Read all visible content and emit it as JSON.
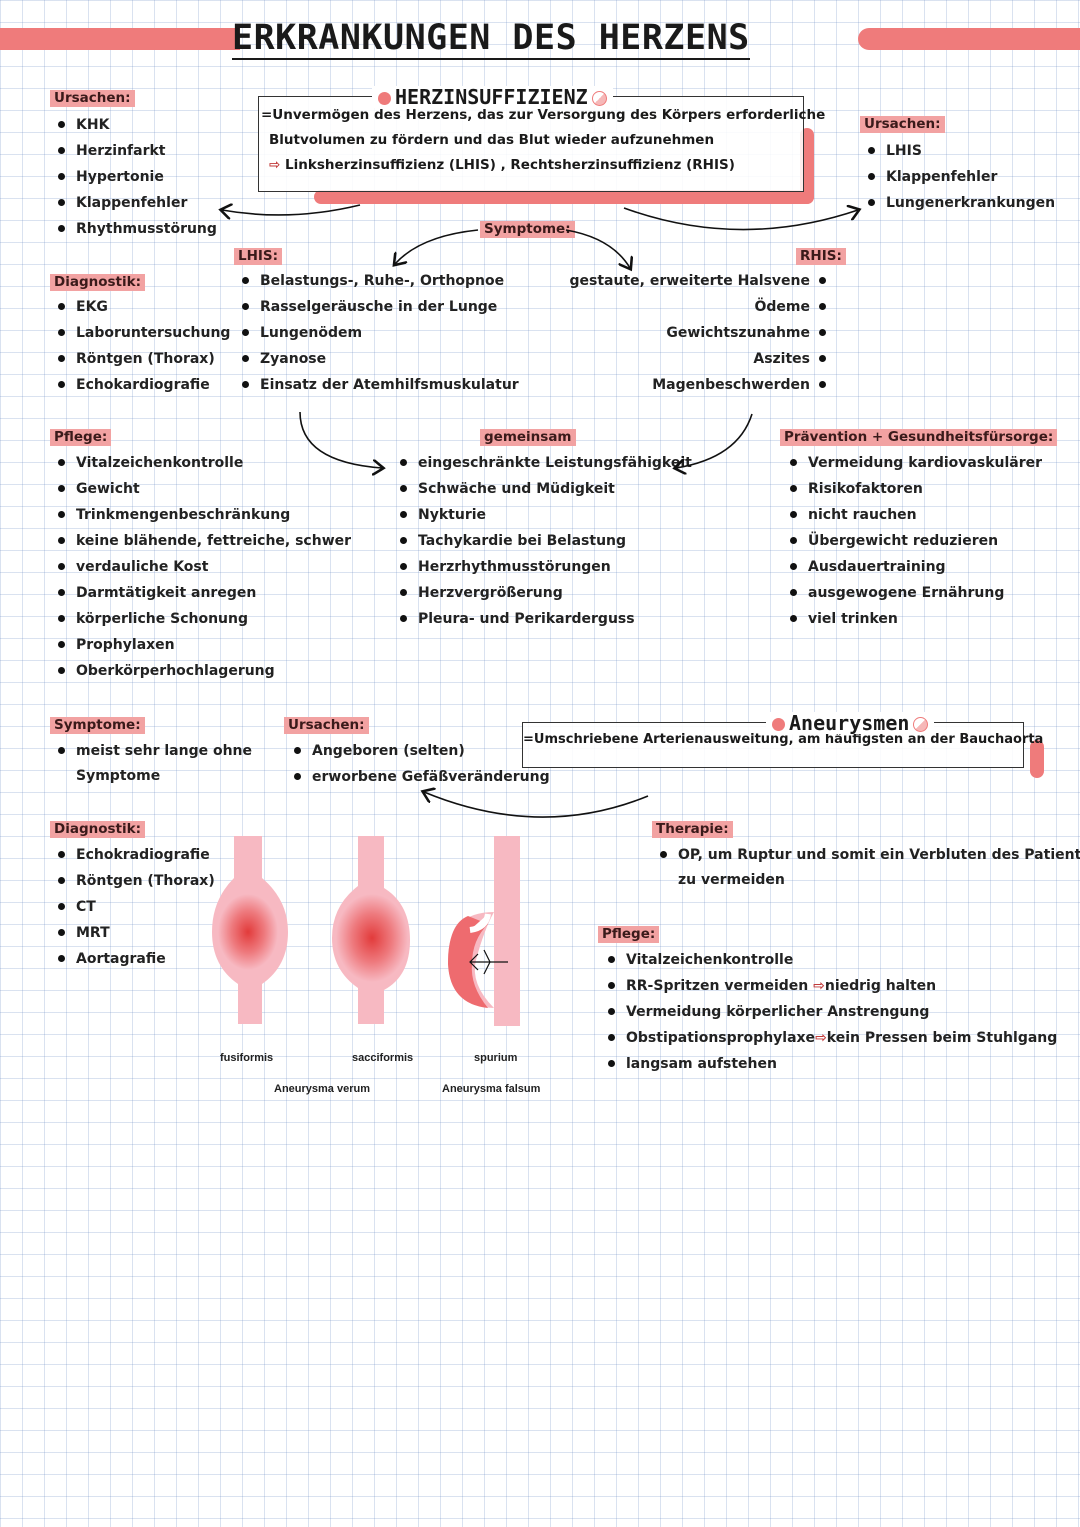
{
  "title": "ERKRANKUNGEN DES HERZENS",
  "herzinsuffizienz": {
    "title": "HERZINSUFFIZIENZ",
    "definition_line1": "=Unvermögen des Herzens, das zur Versorgung des Körpers erforderliche",
    "definition_line2": "Blutvolumen zu fördern und das Blut wieder aufzunehmen",
    "definition_line3": "Linksherzinsuffizienz (LHIS) , Rechtsherzinsuffizienz (RHIS)",
    "ursachen_left": {
      "header": "Ursachen:",
      "items": [
        "KHK",
        "Herzinfarkt",
        "Hypertonie",
        "Klappenfehler",
        "Rhythmusstörung"
      ]
    },
    "ursachen_right": {
      "header": "Ursachen:",
      "items": [
        "LHIS",
        "Klappenfehler",
        "Lungenerkrankungen"
      ]
    },
    "diagnostik": {
      "header": "Diagnostik:",
      "items": [
        "EKG",
        "Laboruntersuchung",
        "Röntgen (Thorax)",
        "Echokardiografie"
      ]
    },
    "symptome_header": "Symptome:",
    "lhis": {
      "header": "LHIS:",
      "items": [
        "Belastungs-, Ruhe-, Orthopnoe",
        "Rasselgeräusche in der Lunge",
        "Lungenödem",
        "Zyanose",
        "Einsatz der Atemhilfsmuskulatur"
      ]
    },
    "rhis": {
      "header": "RHIS:",
      "items": [
        "gestaute, erweiterte Halsvene",
        "Ödeme",
        "Gewichtszunahme",
        "Aszites",
        "Magenbeschwerden"
      ]
    },
    "gemeinsam": {
      "header": "gemeinsam",
      "items": [
        "eingeschränkte Leistungsfähigkeit",
        "Schwäche und Müdigkeit",
        "Nykturie",
        "Tachykardie bei Belastung",
        "Herzrhythmusstörungen",
        "Herzvergrößerung",
        "Pleura- und Perikarderguss"
      ]
    },
    "pflege": {
      "header": "Pflege:",
      "items": [
        "Vitalzeichenkontrolle",
        "Gewicht",
        "Trinkmengenbeschränkung",
        "keine blähende, fettreiche, schwer",
        "verdauliche Kost",
        "Darmtätigkeit anregen",
        "körperliche Schonung",
        "Prophylaxen",
        "Oberkörperhochlagerung"
      ]
    },
    "praevention": {
      "header": "Prävention + Gesundheitsfürsorge:",
      "items": [
        "Vermeidung kardiovaskulärer",
        "Risikofaktoren",
        "nicht rauchen",
        "Übergewicht reduzieren",
        "Ausdauertraining",
        "ausgewogene Ernährung",
        "viel trinken"
      ]
    }
  },
  "aneurysmen": {
    "title": "Aneurysmen",
    "definition": "=Umschriebene Arterienausweitung, am häufigsten an der Bauchaorta",
    "symptome": {
      "header": "Symptome:",
      "line1": "meist sehr lange ohne",
      "line2": "Symptome"
    },
    "ursachen": {
      "header": "Ursachen:",
      "items": [
        "Angeboren (selten)",
        "erworbene Gefäßveränderung"
      ]
    },
    "diagnostik": {
      "header": "Diagnostik:",
      "items": [
        "Echokradiografie",
        "Röntgen (Thorax)",
        "CT",
        "MRT",
        "Aortagrafie"
      ]
    },
    "therapie": {
      "header": "Therapie:",
      "line1": "OP, um Ruptur und somit ein Verbluten des Patienten",
      "line2": "zu vermeiden"
    },
    "pflege": {
      "header": "Pflege:",
      "item1": "Vitalzeichenkontrolle",
      "item2a": "RR-Spritzen vermeiden",
      "item2b": "niedrig halten",
      "item3": "Vermeidung körperlicher Anstrengung",
      "item4a": "Obstipationsprophylaxe",
      "item4b": "kein Pressen beim Stuhlgang",
      "item5": "langsam aufstehen"
    },
    "diagram": {
      "fusiformis": "fusiformis",
      "sacciformis": "sacciformis",
      "spurium": "spurium",
      "verum": "Aneurysma verum",
      "falsum": "Aneurysma falsum"
    }
  },
  "colors": {
    "accent": "#ef7b7b",
    "vessel": "#f7b9c2",
    "blood": "#e23b3b"
  },
  "icons": [
    "arrow-right-icon",
    "circle-dot-icon",
    "half-circle-icon"
  ]
}
